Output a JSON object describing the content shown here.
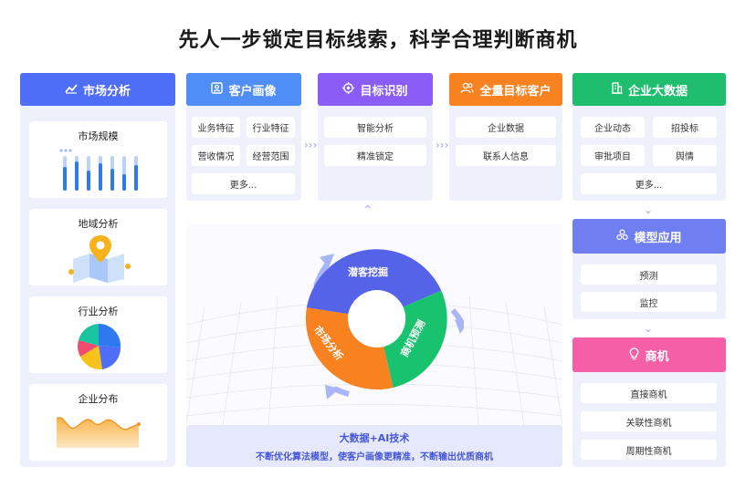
{
  "title": "先人一步锁定目标线索，科学合理判断商机",
  "colors": {
    "blue": "#4f6ef7",
    "lightblue": "#4f8ef7",
    "purple": "#8c5cf6",
    "orange": "#f8821f",
    "green": "#1fbe6f",
    "pink": "#f45fa7",
    "periwinkle": "#6f7ff2"
  },
  "market": {
    "header": "市场分析",
    "header_icon": "chart-up-icon",
    "cards": [
      "市场规模",
      "地域分析",
      "行业分析",
      "企业分布"
    ]
  },
  "portrait": {
    "header": "客户画像",
    "items": [
      "业务特征",
      "行业特征",
      "营收情况",
      "经营范围"
    ],
    "more": "更多..."
  },
  "identify": {
    "header": "目标识别",
    "items": [
      "智能分析",
      "精准锁定"
    ]
  },
  "customers": {
    "header": "全量目标客户",
    "items": [
      "企业数据",
      "联系人信息"
    ]
  },
  "bigdata": {
    "header": "企业大数据",
    "items": [
      "企业动态",
      "招投标",
      "审批项目",
      "舆情"
    ],
    "more": "更多..."
  },
  "model": {
    "header": "模型应用",
    "items": [
      "预测",
      "监控"
    ]
  },
  "opportunity": {
    "header": "商机",
    "items": [
      "直接商机",
      "关联性商机",
      "周期性商机"
    ]
  },
  "ring": {
    "top": "潜客挖掘",
    "left": "市场分析",
    "right": "商机预测"
  },
  "bottom": {
    "line1": "大数据+AI技术",
    "line2": "不断优化算法模型，使客户画像更精准，不断输出优质商机"
  }
}
